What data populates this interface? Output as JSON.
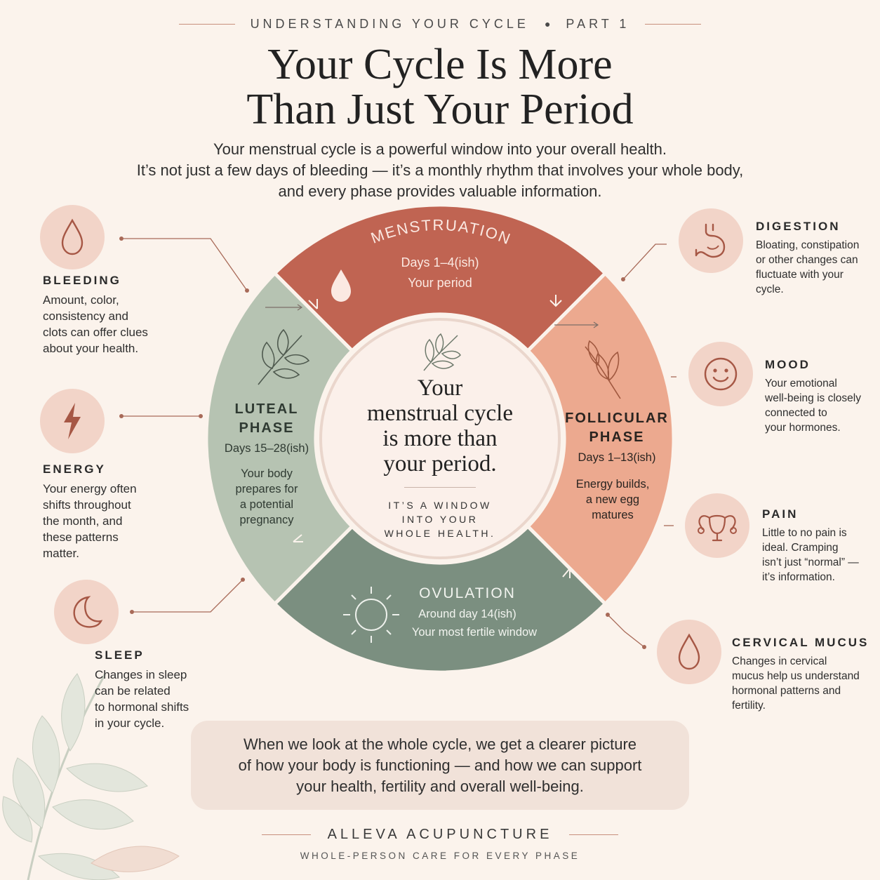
{
  "header": {
    "kicker": "UNDERSTANDING YOUR CYCLE",
    "kicker_part": "PART 1",
    "title_line1": "Your Cycle Is More",
    "title_line2": "Than Just Your Period",
    "intro_line1": "Your menstrual cycle is a powerful window into your overall health.",
    "intro_line2": "It’s not just a few days of bleeding — it’s a monthly rhythm that involves your whole body,",
    "intro_line3": "and every phase provides valuable information."
  },
  "phases": {
    "menstruation": {
      "title": "MENSTRUATION",
      "days": "Days 1–4(ish)",
      "desc": "Your period",
      "color": "#c06452"
    },
    "follicular": {
      "title_line1": "FOLLICULAR",
      "title_line2": "PHASE",
      "days": "Days 1–13(ish)",
      "desc_line1": "Energy builds,",
      "desc_line2": "a new egg",
      "desc_line3": "matures",
      "color": "#eca98f"
    },
    "ovulation": {
      "title": "OVULATION",
      "days": "Around day 14(ish)",
      "desc": "Your most fertile window",
      "color": "#7b8f80"
    },
    "luteal": {
      "title_line1": "LUTEAL",
      "title_line2": "PHASE",
      "days": "Days 15–28(ish)",
      "desc_line1": "Your body",
      "desc_line2": "prepares for",
      "desc_line3": "a potential",
      "desc_line4": "pregnancy",
      "color": "#b6c3b2"
    }
  },
  "center": {
    "line1": "Your",
    "line2": "menstrual cycle",
    "line3": "is more than",
    "line4": "your period.",
    "note_line1": "IT’S A WINDOW",
    "note_line2": "INTO YOUR",
    "note_line3": "WHOLE HEALTH."
  },
  "signs": {
    "bleeding": {
      "icon": "drop-icon",
      "title": "BLEEDING",
      "lines": [
        "Amount, color,",
        "consistency and",
        "clots can offer clues",
        "about your health."
      ]
    },
    "energy": {
      "icon": "lightning-icon",
      "title": "ENERGY",
      "lines": [
        "Your energy often",
        "shifts throughout",
        "the month, and",
        "these patterns",
        "matter."
      ]
    },
    "sleep": {
      "icon": "moon-icon",
      "title": "SLEEP",
      "lines": [
        "Changes in sleep",
        "can be related",
        "to hormonal shifts",
        "in your cycle."
      ]
    },
    "digestion": {
      "icon": "stomach-icon",
      "title": "DIGESTION",
      "lines": [
        "Bloating, constipation",
        "or other changes can",
        "fluctuate with your",
        "cycle."
      ]
    },
    "mood": {
      "icon": "smiley-icon",
      "title": "MOOD",
      "lines": [
        "Your emotional",
        "well-being is closely",
        "connected to",
        "your hormones."
      ]
    },
    "pain": {
      "icon": "uterus-icon",
      "title": "PAIN",
      "lines": [
        "Little to no pain is",
        "ideal. Cramping",
        "isn’t just “normal” —",
        "it’s information."
      ]
    },
    "mucus": {
      "icon": "drop-icon",
      "title": "CERVICAL MUCUS",
      "lines": [
        "Changes in cervical",
        "mucus help us understand",
        "hormonal patterns and",
        "fertility."
      ]
    }
  },
  "summary": {
    "line1": "When we look at the whole cycle, we get a clearer picture",
    "line2": "of how your body is functioning — and how we can support",
    "line3": "your health, fertility and overall well-being."
  },
  "footer": {
    "brand": "ALLEVA ACUPUNCTURE",
    "tagline": "WHOLE-PERSON CARE FOR EVERY PHASE"
  },
  "colors": {
    "accent": "#b2574a",
    "icon_bg": "#f2d4c8",
    "background": "#fbf3ec"
  }
}
